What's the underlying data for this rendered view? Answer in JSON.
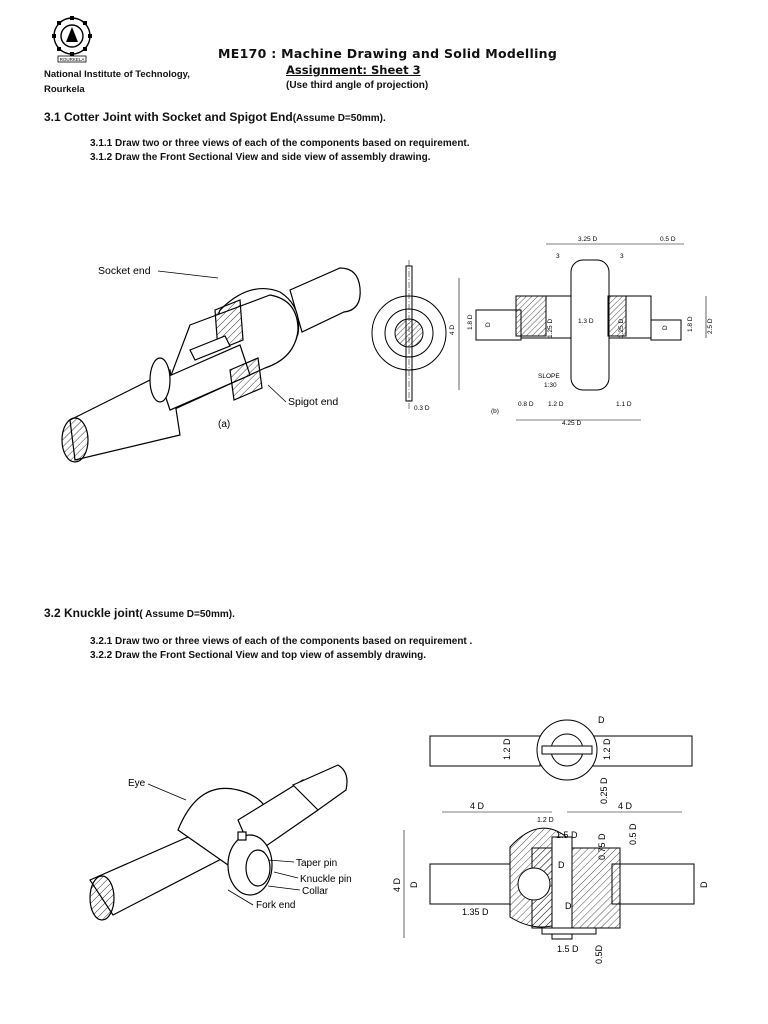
{
  "header": {
    "logo_text": "ROURKELA",
    "institute_line1": "National Institute of Technology,",
    "institute_line2": "Rourkela",
    "course_title": "ME170 :  Machine Drawing and Solid Modelling",
    "assignment": "Assignment: Sheet 3",
    "projection_note": "(Use third angle of projection)"
  },
  "section1": {
    "title": "3.1 Cotter Joint with Socket and Spigot End",
    "assume": "(Assume D=50mm).",
    "items": [
      "3.1.1 Draw two or three views of each of the components based on requirement.",
      "3.1.2 Draw the Front Sectional View and side view of assembly drawing."
    ],
    "figure_a": {
      "socket_label": "Socket end",
      "spigot_label": "Spigot end",
      "caption": "(a)"
    },
    "figure_b": {
      "caption": "(b)",
      "dims": [
        "3.25 D",
        "0.5 D",
        "3",
        "3",
        "4 D",
        "1.8 D",
        "D",
        "1.3 D",
        "1.25 D",
        "1.25 D",
        "D",
        "1.8 D",
        "2.5 D",
        "SLOPE",
        "1:30",
        "0.8 D",
        "1.2 D",
        "1.1 D",
        "4.25 D",
        "0.3 D"
      ]
    }
  },
  "section2": {
    "title": "3.2 Knuckle joint",
    "assume": "( Assume D=50mm).",
    "items": [
      "3.2.1 Draw two or three views of each of the components based on requirement .",
      "3.2.2 Draw the Front Sectional  View and top view of assembly drawing."
    ],
    "figure_a": {
      "eye": "Eye",
      "taper_pin": "Taper pin",
      "knuckle_pin": "Knuckle pin",
      "collar": "Collar",
      "fork_end": "Fork end"
    },
    "figure_b": {
      "dims": [
        "D",
        "1.2 D",
        "1.2 D",
        "0.25 D",
        "4 D",
        "4 D",
        "1.2 D",
        "1.5 D",
        "0.75 D",
        "0.5 D",
        "4 D",
        "D",
        "D",
        "D",
        "1.35 D",
        "1.5 D",
        "0.5D",
        "D"
      ]
    }
  }
}
